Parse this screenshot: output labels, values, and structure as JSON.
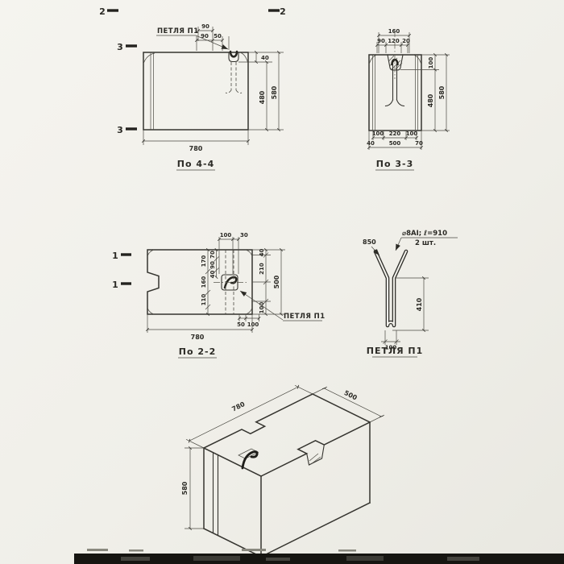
{
  "page": {
    "bg": "#f2f1ec",
    "ink": "#35342f"
  },
  "views": {
    "s44": {
      "title": "По 4-4",
      "loop_label": "ПЕТЛЯ П1",
      "marker_top_left": "2",
      "marker_top_right": "2",
      "marker_side_top": "3",
      "marker_side_bottom": "3",
      "dim_top_90a": "90",
      "dim_top_90b": "90",
      "dim_top_50": "50",
      "dim_right_40": "40",
      "dim_right_480": "480",
      "dim_right_580": "580",
      "dim_bottom_780": "780"
    },
    "s33": {
      "title": "По 3-3",
      "dim_top_160": "160",
      "dim_top_90": "90",
      "dim_top_120": "120",
      "dim_top_20": "20",
      "dim_right_100": "100",
      "dim_right_480": "480",
      "dim_right_580": "580",
      "dim_bot_100a": "100",
      "dim_bot_220": "220",
      "dim_bot_100b": "100",
      "dim_bot_40": "40",
      "dim_bot_500": "500",
      "dim_bot_70": "70"
    },
    "s22": {
      "title": "По 2-2",
      "loop_label": "ПЕТЛЯ П1",
      "marker_left_top": "1",
      "marker_left_bottom": "1",
      "dim_top_100": "100",
      "dim_top_30": "30",
      "dim_in_170": "170",
      "dim_in_160": "160",
      "dim_in_110": "110",
      "dim_in_70": "70",
      "dim_in_90": "90",
      "dim_in_40": "40",
      "dim_right_40": "40",
      "dim_right_210": "210",
      "dim_right_100": "100",
      "dim_right_500": "500",
      "dim_bot_50": "50",
      "dim_bot_100": "100",
      "dim_bottom_780": "780"
    },
    "loop": {
      "title": "ПЕТЛЯ П1",
      "spec_line1": "⌀8АI; ℓ=910",
      "spec_line2": "2 шт.",
      "dim_850": "850",
      "dim_410": "410",
      "dim_100": "100"
    },
    "iso": {
      "dim_780": "780",
      "dim_500": "500",
      "dim_580": "580"
    }
  }
}
